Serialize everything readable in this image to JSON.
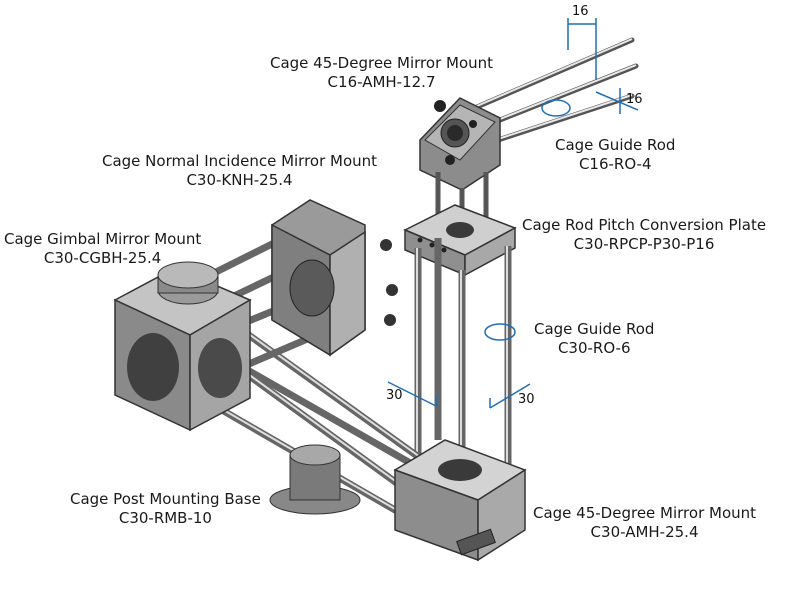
{
  "labels": {
    "mirror45_small": {
      "name": "Cage 45-Degree Mirror Mount",
      "part": "C16-AMH-12.7"
    },
    "normal_incidence": {
      "name": "Cage Normal Incidence Mirror Mount",
      "part": "C30-KNH-25.4"
    },
    "gimbal": {
      "name": "Cage Gimbal Mirror Mount",
      "part": "C30-CGBH-25.4"
    },
    "guide_rod_small": {
      "name": "Cage Guide Rod",
      "part": "C16-RO-4"
    },
    "pitch_plate": {
      "name": "Cage Rod Pitch Conversion Plate",
      "part": "C30-RPCP-P30-P16"
    },
    "guide_rod_large": {
      "name": "Cage Guide Rod",
      "part": "C30-RO-6"
    },
    "post_base": {
      "name": "Cage Post Mounting Base",
      "part": "C30-RMB-10"
    },
    "mirror45_large": {
      "name": "Cage 45-Degree Mirror Mount",
      "part": "C30-AMH-25.4"
    }
  },
  "dimensions": {
    "top_width": "16",
    "top_height": "16",
    "large_left": "30",
    "large_right": "30"
  },
  "colors": {
    "accent": "#1f6fb8",
    "metal_light": "#c9c9c9",
    "metal_dark": "#6e6e6e"
  }
}
